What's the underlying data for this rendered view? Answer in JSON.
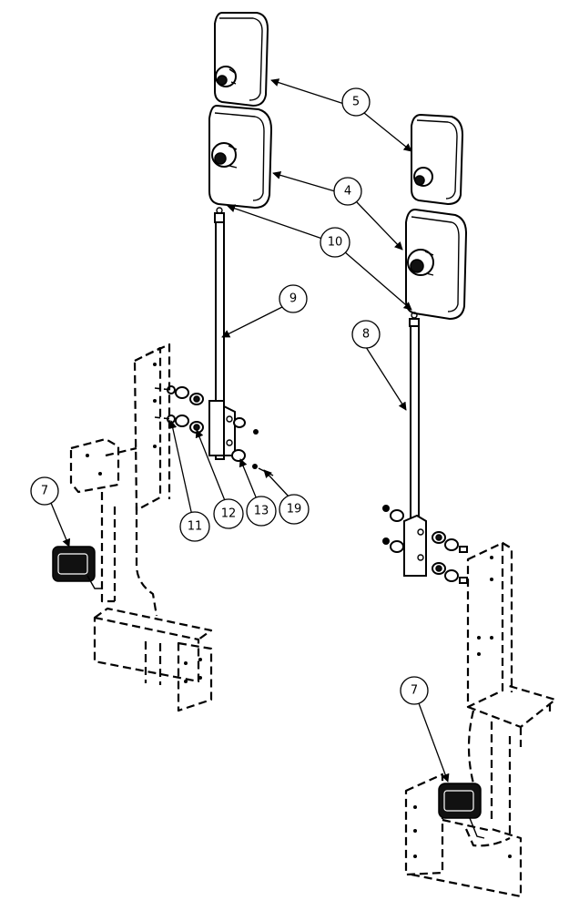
{
  "callouts": {
    "c5": "5",
    "c4": "4",
    "c10": "10",
    "c9": "9",
    "c8": "8",
    "c7a": "7",
    "c7b": "7",
    "c11": "11",
    "c12": "12",
    "c13": "13",
    "c19": "19"
  },
  "colors": {
    "line": "#000000",
    "background": "#ffffff"
  }
}
